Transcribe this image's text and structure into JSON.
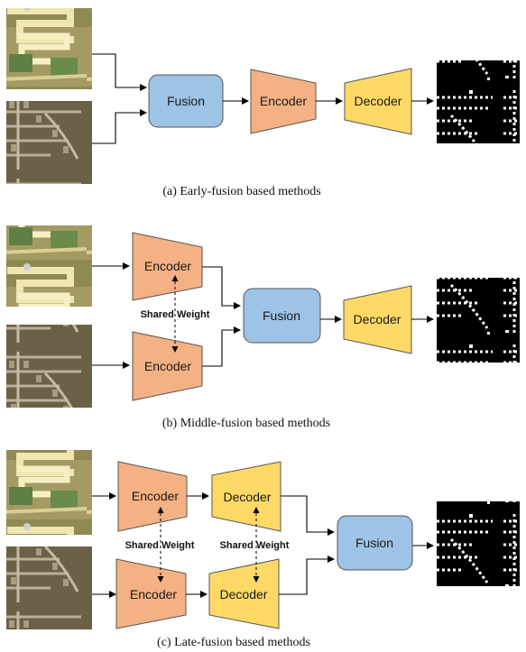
{
  "labels": {
    "fusion": "Fusion",
    "encoder": "Encoder",
    "decoder": "Decoder",
    "shared_weight": "Shared Weight"
  },
  "captions": {
    "a": "(a) Early-fusion based methods",
    "b": "(b) Middle-fusion based methods",
    "c": "(c) Late-fusion based methods"
  },
  "colors": {
    "fusion": "#9dc3e6",
    "encoder": "#f4b183",
    "decoder": "#ffd966",
    "stroke": "#555555"
  },
  "icons": {
    "image_t1": "aerial-image-t1",
    "image_t2": "aerial-image-t2",
    "output": "change-map-mask"
  }
}
